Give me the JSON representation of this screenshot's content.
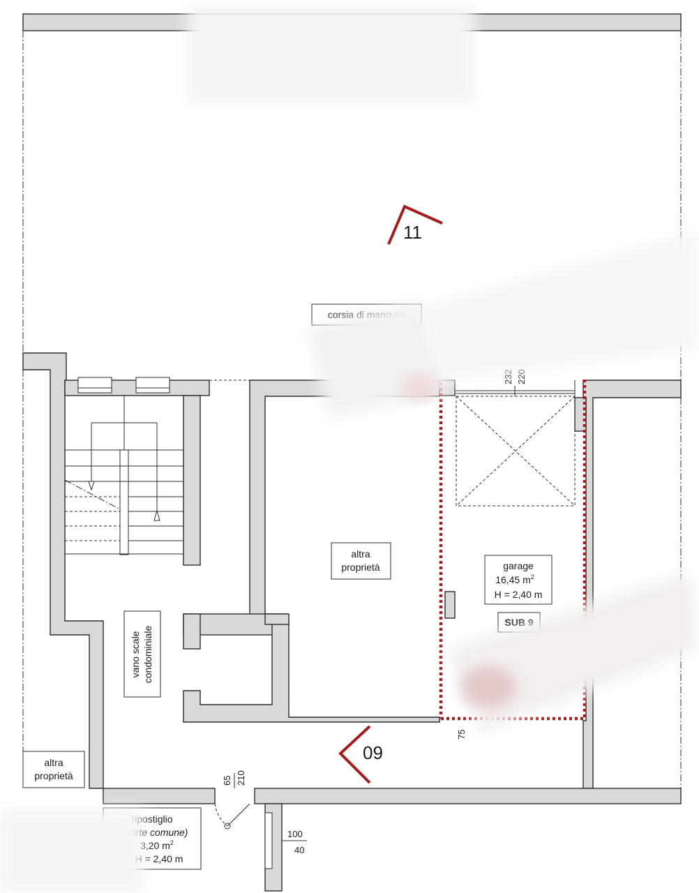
{
  "labels": {
    "corsia": "corsia di manovra",
    "altra_prop_center": [
      "altra",
      "proprietà"
    ],
    "altra_prop_left": [
      "altra",
      "proprietà"
    ],
    "vano_scale": [
      "vano scale",
      "condominiale"
    ],
    "garage": {
      "name": "garage",
      "area": "16,45 m",
      "area_sup": "2",
      "height": "H = 2,40 m",
      "sub": "SUB 9"
    },
    "ripostiglio": {
      "name": "ripostiglio",
      "use": "(parte comune)",
      "area": "3,20 m",
      "area_sup": "2",
      "height": "H = 2,40 m"
    }
  },
  "dimensions": {
    "garage_door_top": "232",
    "garage_door_bottom": "220",
    "rip_door_left": "65",
    "rip_door_right": "210",
    "rip_window_top": "100",
    "rip_window_bottom": "40",
    "partial_dim": "75"
  },
  "views": {
    "view_11": "11",
    "view_09": "09"
  },
  "colors": {
    "wall_fill": "#d9d9d9",
    "outline": "#2b2b2b",
    "highlight": "#a31d1d"
  }
}
